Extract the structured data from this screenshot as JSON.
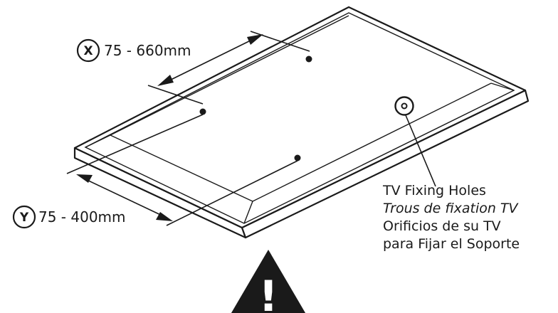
{
  "dimensions": {
    "x": {
      "letter": "X",
      "range": "75 - 660mm"
    },
    "y": {
      "letter": "Y",
      "range": "75 - 400mm"
    }
  },
  "callout": {
    "line_en": "TV Fixing Holes",
    "line_fr": "Trous de fixation TV",
    "line_es_1": "Orificios de su TV",
    "line_es_2": "para Fijar el Soporte"
  },
  "warning": {
    "glyph": "!"
  },
  "colors": {
    "ink": "#1a1a1a",
    "warning_fill": "#1a1a1a",
    "warning_glyph": "#ffffff"
  }
}
